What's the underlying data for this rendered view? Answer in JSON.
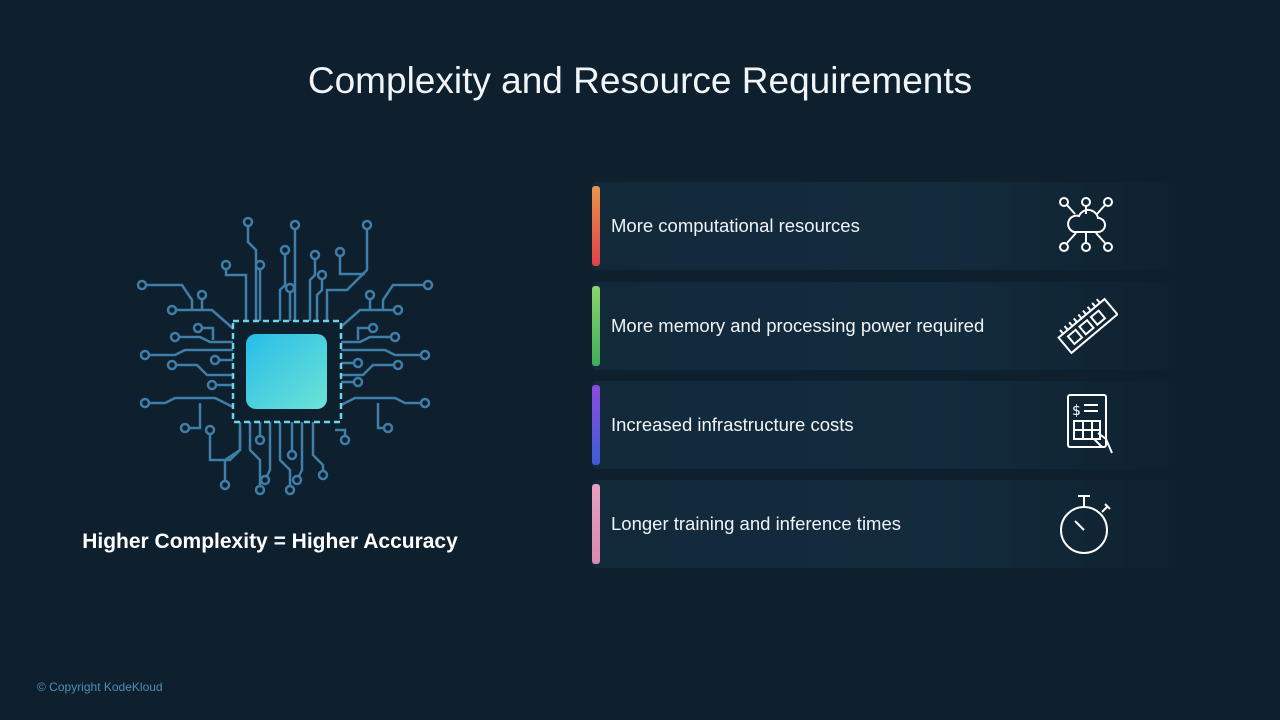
{
  "slide": {
    "title": "Complexity and Resource Requirements",
    "caption": "Higher Complexity = Higher Accuracy",
    "copyright": "© Copyright KodeKloud"
  },
  "items": [
    {
      "label": "More computational resources",
      "icon": "cloud-network-icon",
      "accent": [
        "#e8954a",
        "#e0404a"
      ]
    },
    {
      "label": "More memory and processing power required",
      "icon": "memory-module-icon",
      "accent": [
        "#8ad46a",
        "#3fae5a"
      ]
    },
    {
      "label": "Increased infrastructure costs",
      "icon": "cost-calculator-icon",
      "accent": [
        "#8a4ce0",
        "#3c5ed8"
      ]
    },
    {
      "label": "Longer training and inference times",
      "icon": "stopwatch-icon",
      "accent": [
        "#e8a0c0",
        "#d88ab0"
      ]
    }
  ]
}
